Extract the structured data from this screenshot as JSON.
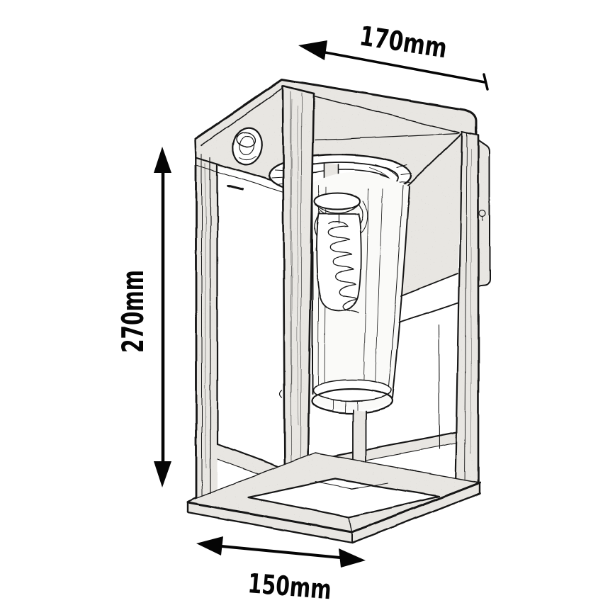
{
  "figure": {
    "type": "technical-dimension-diagram",
    "subject": "box-frame wall lantern with sensor",
    "dimensions": {
      "top": {
        "label": "170mm"
      },
      "left": {
        "label": "270mm"
      },
      "bottom": {
        "label": "150mm"
      }
    }
  },
  "colors": {
    "line": "#141414",
    "dimension": "#050505",
    "background": "#ffffff",
    "metal": "#e8e6e2",
    "glass": "#fafaf8"
  }
}
